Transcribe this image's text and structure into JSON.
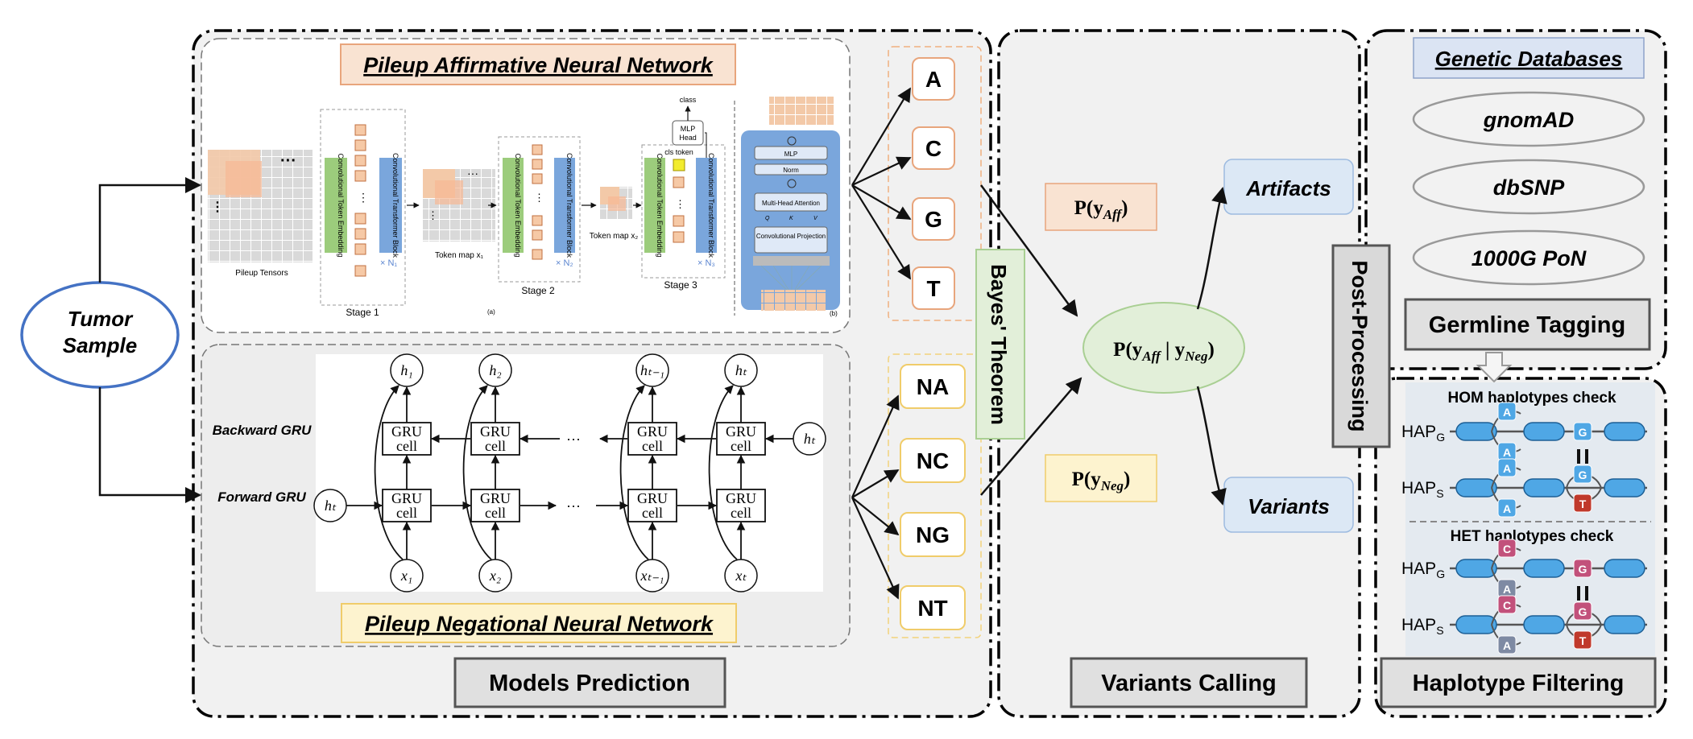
{
  "input": {
    "line1": "Tumor",
    "line2": "Sample"
  },
  "models": {
    "title": "Models Prediction",
    "paff": {
      "title": "Pileup Affirmative Neural Network",
      "pileup_label": "Pileup Tensors",
      "stage1": "Stage 1",
      "stage2": "Stage 2",
      "stage3": "Stage 3",
      "token_map1": "Token map x₁",
      "token_map2": "Token map x₂",
      "embed_label": "Convolutional Token Embedding",
      "block_label": "Convolutional Transformer Block",
      "n1": "× N₁",
      "n2": "× N₂",
      "n3": "× N₃",
      "cls_token": "cls token",
      "mlp_head": "MLP Head",
      "class": "class",
      "panel_a": "(a)",
      "panel_b": "(b)",
      "detail_mlp": "MLP",
      "detail_norm": "Norm",
      "detail_mha": "Multi-Head Attention",
      "detail_q": "Q",
      "detail_k": "K",
      "detail_v": "V",
      "detail_conv": "Convolutional Projection"
    },
    "pneg": {
      "title": "Pileup Negational Neural Network",
      "backward": "Backward GRU",
      "forward": "Forward GRU",
      "gru": "GRU cell",
      "h1": "h₁",
      "h2": "h₂",
      "ht1": "hₜ₋₁",
      "ht": "hₜ",
      "x1": "x₁",
      "x2": "x₂",
      "xt1": "xₜ₋₁",
      "xt": "xₜ",
      "dots": "···"
    },
    "aff_outputs": [
      "A",
      "C",
      "G",
      "T"
    ],
    "neg_outputs": [
      "NA",
      "NC",
      "NG",
      "NT"
    ]
  },
  "calling": {
    "title": "Variants Calling",
    "bayes": "Bayes' Theorem",
    "p_aff": "P(y_Aff)",
    "p_neg": "P(y_Neg)",
    "p_joint": "P(y_Aff | y_Neg)",
    "artifacts": "Artifacts",
    "variants": "Variants"
  },
  "post": {
    "label": "Post-Processing",
    "db_title": "Genetic Databases",
    "dbs": [
      "gnomAD",
      "dbSNP",
      "1000G PoN"
    ],
    "germline": "Germline Tagging",
    "hom_title": "HOM haplotypes check",
    "het_title": "HET haplotypes check",
    "hap_g": "HAP_G",
    "hap_s": "HAP_S",
    "filter": "Haplotype Filtering"
  },
  "colors": {
    "orange": "#f6ddc8",
    "orange_border": "#e8a57c",
    "yellow": "#fdf4d2",
    "yellow_border": "#f1cf6a",
    "green": "#e2efd9",
    "green_border": "#a9cf93",
    "blue": "#dce8f5",
    "blue_border": "#9dbbe0",
    "hap_blue": "#4fa7e5",
    "panel_gray": "#f1f1f1"
  }
}
